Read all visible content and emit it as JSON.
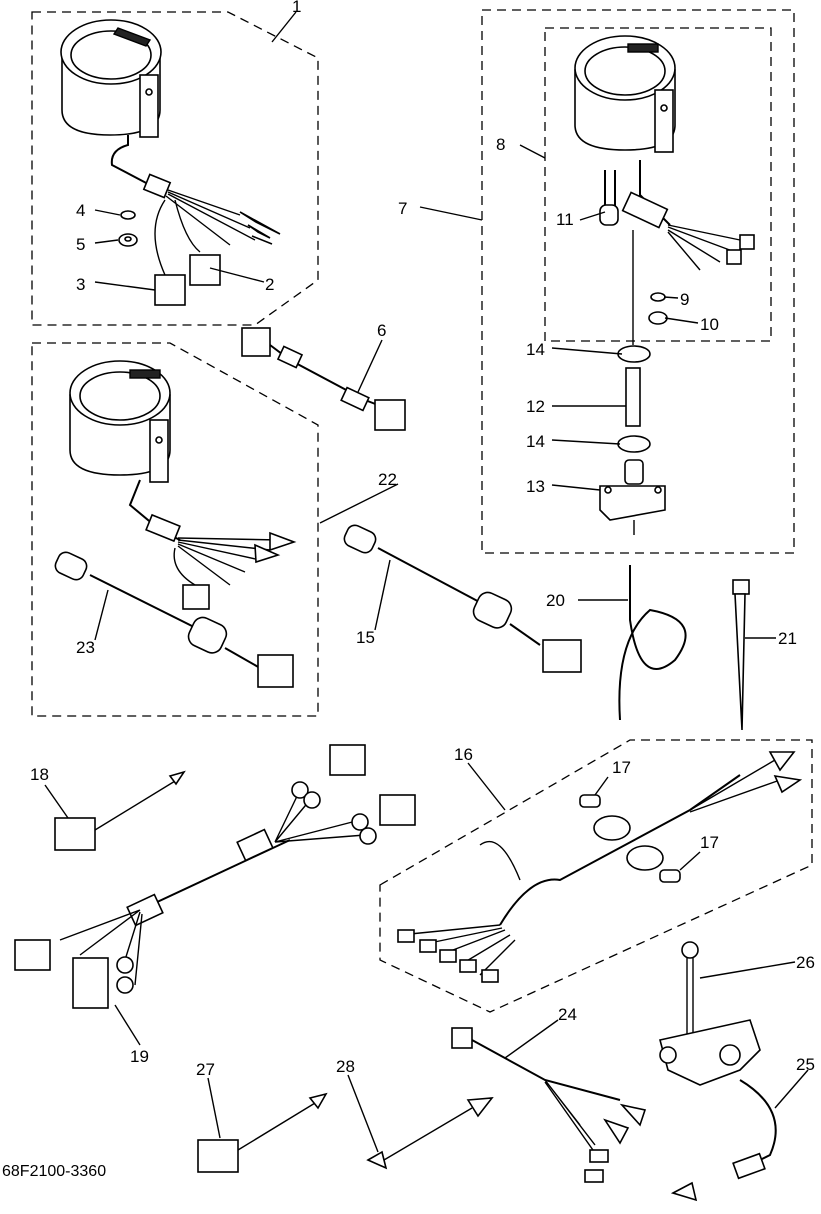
{
  "drawing_code": "68F2100-3360",
  "callouts": [
    "1",
    "2",
    "3",
    "4",
    "5",
    "6",
    "7",
    "8",
    "9",
    "10",
    "11",
    "12",
    "13",
    "14",
    "14",
    "15",
    "16",
    "17",
    "17",
    "18",
    "19",
    "20",
    "21",
    "22",
    "23",
    "24",
    "25",
    "26",
    "27",
    "28"
  ]
}
